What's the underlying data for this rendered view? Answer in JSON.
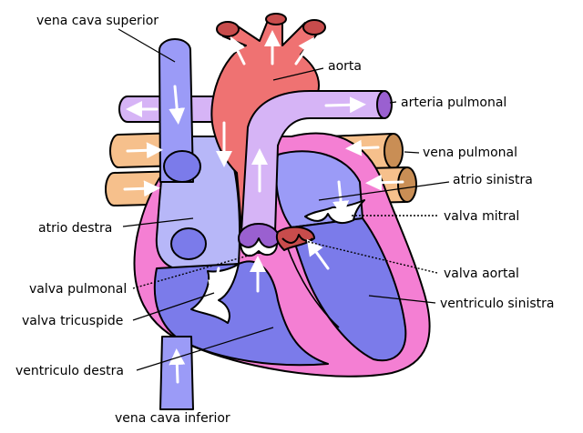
{
  "labels": {
    "vena_cava_superior": "vena cava superior",
    "aorta": "aorta",
    "arteria_pulmonal": "arteria pulmonal",
    "vena_pulmonal": "vena pulmonal",
    "atrio_sinistra": "atrio sinistra",
    "atrio_destra": "atrio destra",
    "valva_mitral": "valva mitral",
    "valva_aortal": "valva aortal",
    "valva_pulmonal": "valva pulmonal",
    "ventriculo_sinistra": "ventriculo sinistra",
    "valva_tricuspide": "valva tricuspide",
    "ventriculo_destra": "ventriculo destra",
    "vena_cava_inferior": "vena cava inferior"
  },
  "colors": {
    "vena_cava": "#9b9bf7",
    "aorta": "#ef7272",
    "aorta_dark": "#c84c4c",
    "pulmonary_artery": "#d6b4f6",
    "pulmonary_artery_dark": "#9a60d0",
    "pulmonary_vein": "#f6c08c",
    "pulmonary_vein_dark": "#c98e55",
    "heart_wall": "#f47fd3",
    "right_chambers": "#b7b7f8",
    "left_chambers": "#7b7bea",
    "valve": "#ffffff"
  }
}
